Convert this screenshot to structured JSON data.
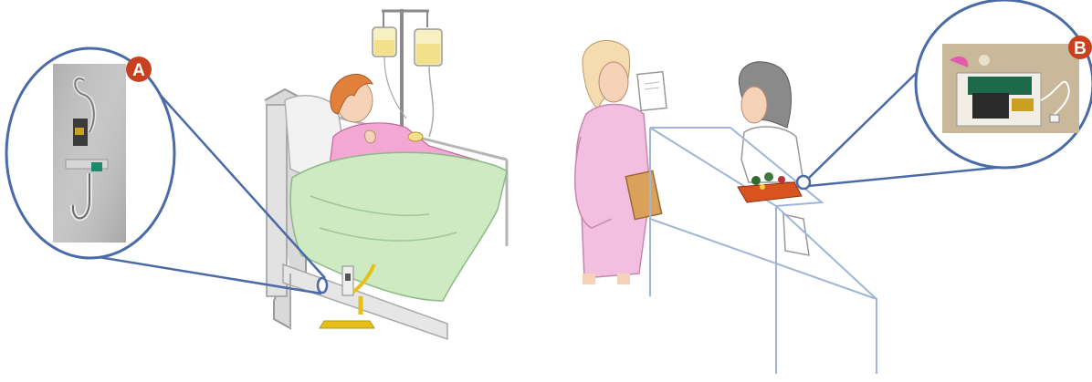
{
  "callouts": [
    {
      "label": "A",
      "subject": "hook-sensor-device"
    },
    {
      "label": "B",
      "subject": "receiver-box"
    }
  ],
  "colors": {
    "callout_line": "#4a6aa8",
    "badge_fill": "#c8401f",
    "scrub_pink": "#f3bfe0",
    "blanket_green": "#cdeac3",
    "hair_orange": "#e0803a",
    "iv_bag_yellow": "#f2e08a",
    "counter_blue": "#9fb6d8",
    "tray_orange": "#d9531e"
  },
  "icons": [
    "patient-in-bed",
    "iv-pole",
    "nurse",
    "doctor",
    "nursing-station-counter"
  ]
}
